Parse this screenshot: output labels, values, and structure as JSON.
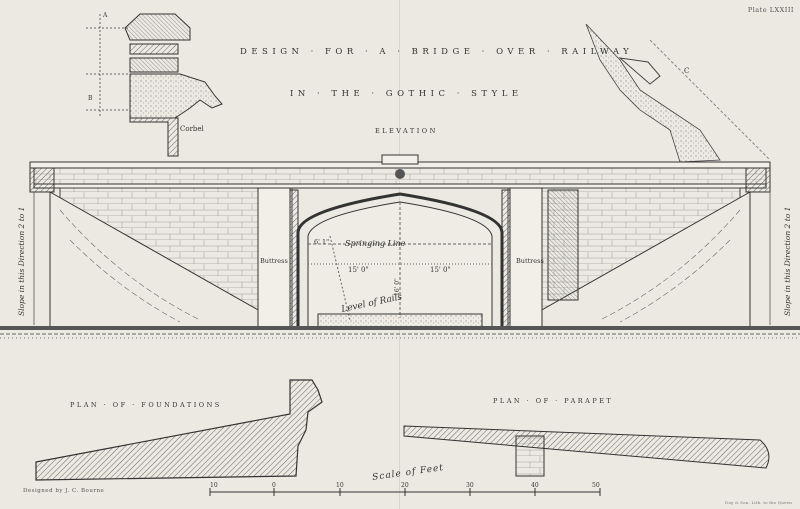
{
  "plate_number": "Plate LXXIII",
  "title_line1": "DESIGN · FOR · A · BRIDGE · OVER · RAILWAY",
  "title_line2": "IN · THE · GOTHIC · STYLE",
  "subtitle": "ELEVATION",
  "labels": {
    "corbel": "Corbel",
    "springing_line": "Springing Line",
    "level_of_rails": "Level of Rails",
    "buttress_left": "Buttress",
    "buttress_right": "Buttress",
    "slope_left": "Slope in this Direction 2 to 1",
    "slope_right": "Slope in this Direction 2 to 1",
    "dim_a": "A",
    "dim_b": "B",
    "dim_c": "C",
    "dim_left_span": "15' 0\"",
    "dim_right_span": "15' 0\"",
    "dim_rise": "6' 1\"",
    "dim_height": "16' 0\""
  },
  "plan_foundations": "PLAN · OF · FOUNDATIONS",
  "plan_parapet": "PLAN · OF · PARAPET",
  "scale_label": "Scale of Feet",
  "scale_ticks": [
    "10",
    "0",
    "10",
    "20",
    "30",
    "40",
    "50"
  ],
  "designed_by": "Designed by J. C. Bourne",
  "engraver": "Day & Son, Lith. to the Queen"
}
